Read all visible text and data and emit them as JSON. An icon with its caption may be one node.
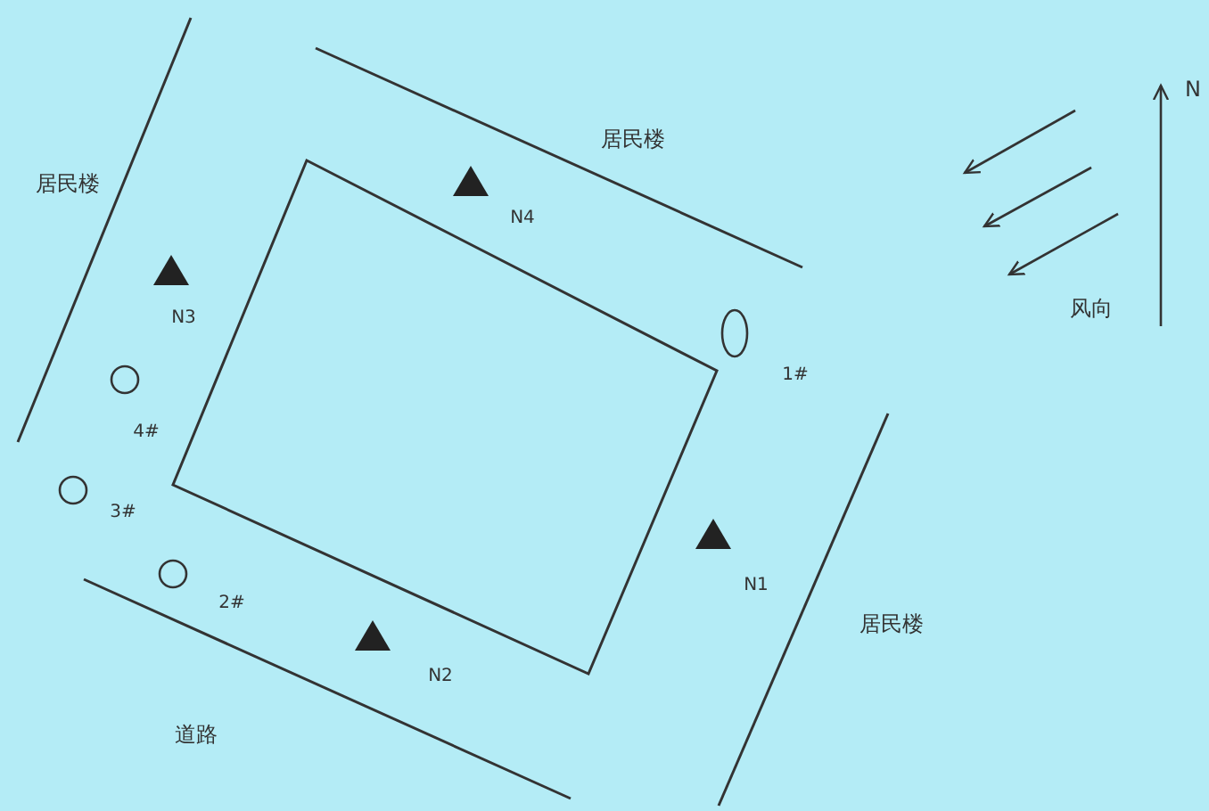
{
  "diagram": {
    "labels": [
      "N",
      "居民楼",
      "居民楼",
      "N4",
      "风向",
      "N3",
      "1#",
      "4#",
      "3#",
      "N1",
      "2#",
      "居民楼",
      "N2",
      "道路"
    ]
  }
}
